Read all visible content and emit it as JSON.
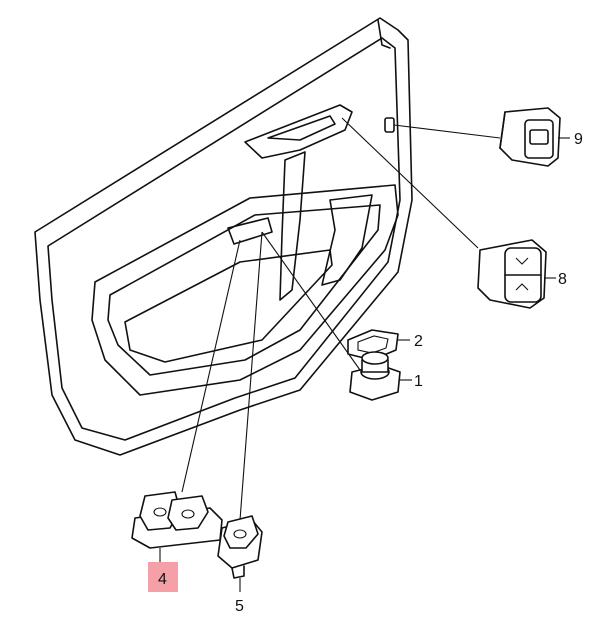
{
  "callouts": [
    {
      "label": "1",
      "part": "mirror-adjust-switch"
    },
    {
      "label": "2",
      "part": "switch-bezel"
    },
    {
      "label": "4",
      "part": "window-switch-double",
      "highlighted": true
    },
    {
      "label": "5",
      "part": "window-switch-single"
    },
    {
      "label": "8",
      "part": "lock-switch"
    },
    {
      "label": "9",
      "part": "dimmer-switch"
    }
  ],
  "colors": {
    "highlight": "#f4a0a6",
    "ink": "#111111"
  }
}
